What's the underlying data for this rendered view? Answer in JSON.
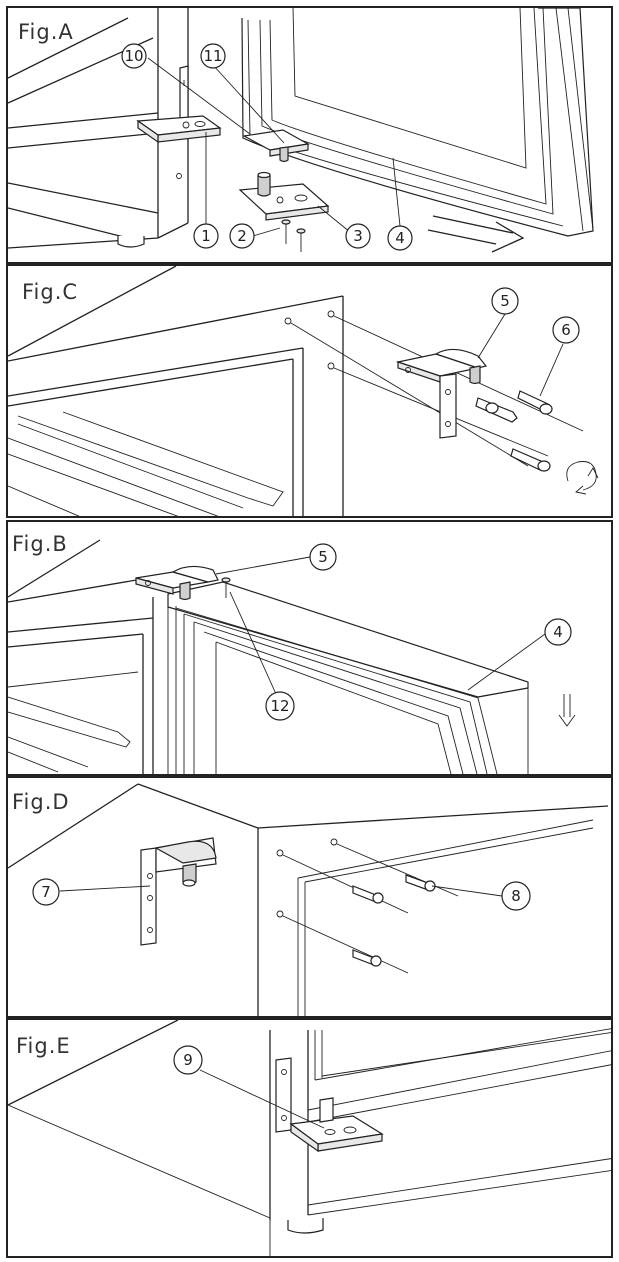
{
  "figures": {
    "a": {
      "label": "Fig.A",
      "callouts": {
        "c1": "1",
        "c2": "2",
        "c3": "3",
        "c4": "4",
        "c10": "10",
        "c11": "11"
      }
    },
    "c": {
      "label": "Fig.C",
      "callouts": {
        "c5": "5",
        "c6": "6"
      }
    },
    "b": {
      "label": "Fig.B",
      "callouts": {
        "c5": "5",
        "c4": "4",
        "c12": "12"
      }
    },
    "d": {
      "label": "Fig.D",
      "callouts": {
        "c7": "7",
        "c8": "8"
      }
    },
    "e": {
      "label": "Fig.E",
      "callouts": {
        "c9": "9"
      }
    }
  },
  "icons": {
    "arrow_right": "arrow-right-icon",
    "arrow_down": "arrow-down-icon",
    "rotate": "rotate-arrow-icon"
  }
}
